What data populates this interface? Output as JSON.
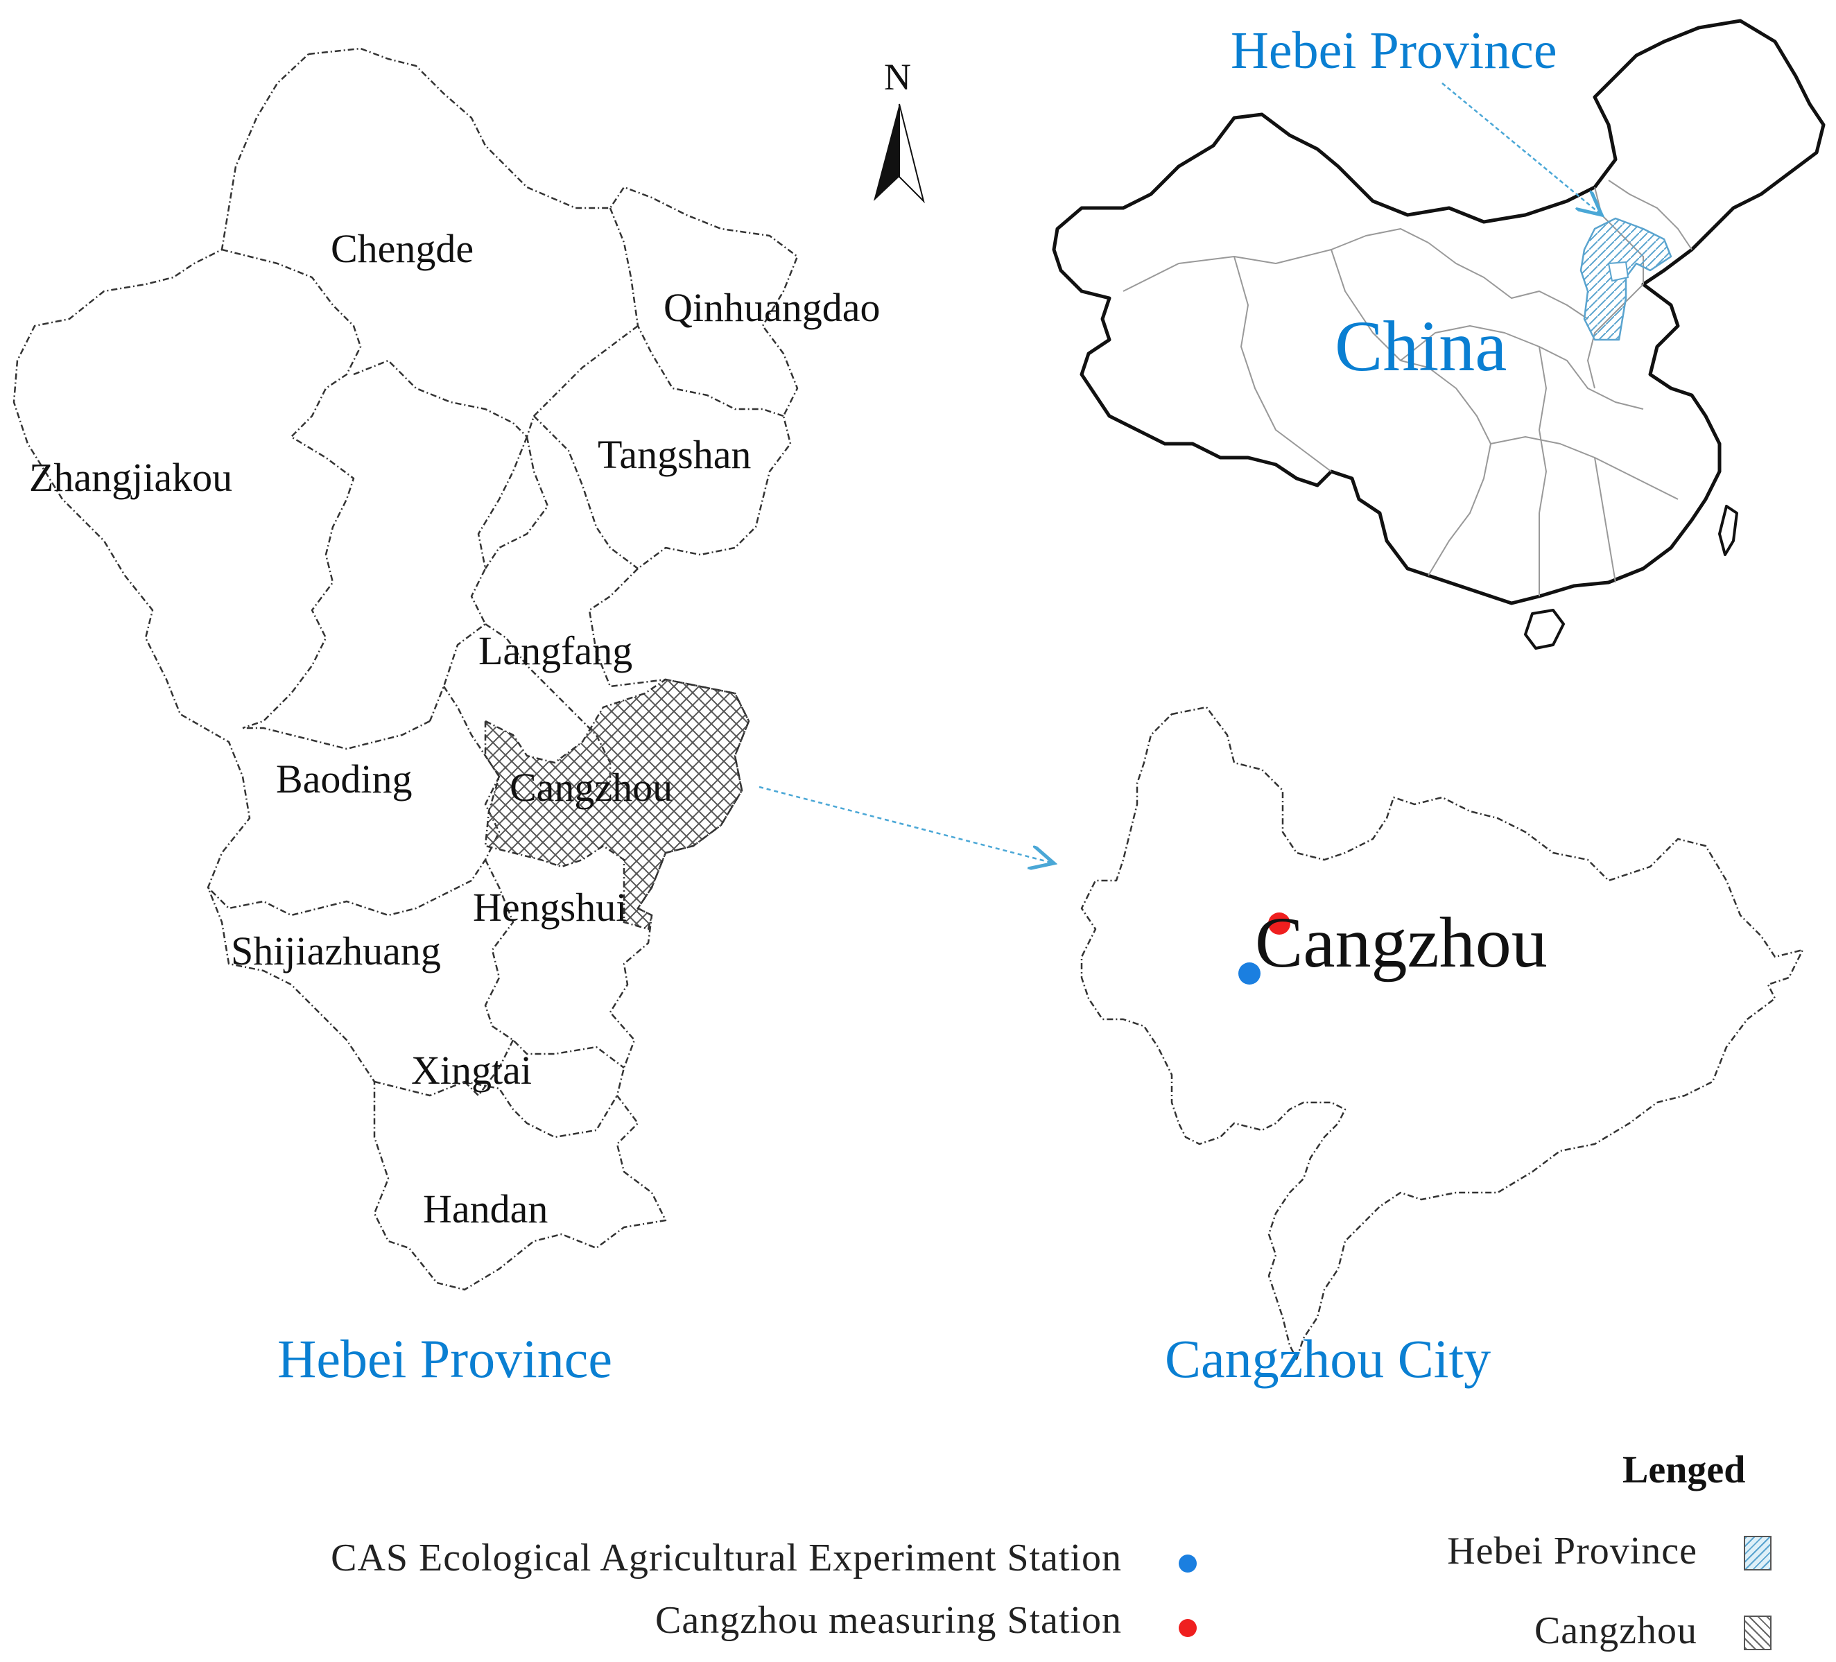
{
  "hebei_map": {
    "cities": [
      {
        "id": "chengde",
        "label": "Chengde"
      },
      {
        "id": "qinhuangdao",
        "label": "Qinhuangdao"
      },
      {
        "id": "zhangjiakou",
        "label": "Zhangjiakou"
      },
      {
        "id": "tangshan",
        "label": "Tangshan"
      },
      {
        "id": "langfang",
        "label": "Langfang"
      },
      {
        "id": "baoding",
        "label": "Baoding"
      },
      {
        "id": "cangzhou",
        "label": "Cangzhou"
      },
      {
        "id": "hengshui",
        "label": "Hengshui"
      },
      {
        "id": "shijiazhuang",
        "label": "Shijiazhuang"
      },
      {
        "id": "xingtai",
        "label": "Xingtai"
      },
      {
        "id": "handan",
        "label": "Handan"
      }
    ],
    "caption": "Hebei Province",
    "north_label": "N"
  },
  "china_map": {
    "country_label": "China",
    "province_label": "Hebei Province"
  },
  "cangzhou_map": {
    "label": "Cangzhou",
    "caption": "Cangzhou City",
    "stations": [
      {
        "id": "cas",
        "color": "#1b7fe0",
        "fx": 0.245,
        "fy": 0.41
      },
      {
        "id": "measuring",
        "color": "#ef1f1f",
        "fx": 0.285,
        "fy": 0.335
      }
    ]
  },
  "legend": {
    "title": "Lenged",
    "items": [
      {
        "label": "CAS Ecological Agricultural Experiment Station",
        "color": "#1b7fe0"
      },
      {
        "label": "Cangzhou measuring Station",
        "color": "#ef1f1f"
      }
    ],
    "area_items": [
      {
        "label": "Hebei Province"
      },
      {
        "label": "Cangzhou"
      }
    ]
  },
  "colors": {
    "accent_blue": "#0a7fd2",
    "hebei_fill": "#cfe6f3"
  }
}
